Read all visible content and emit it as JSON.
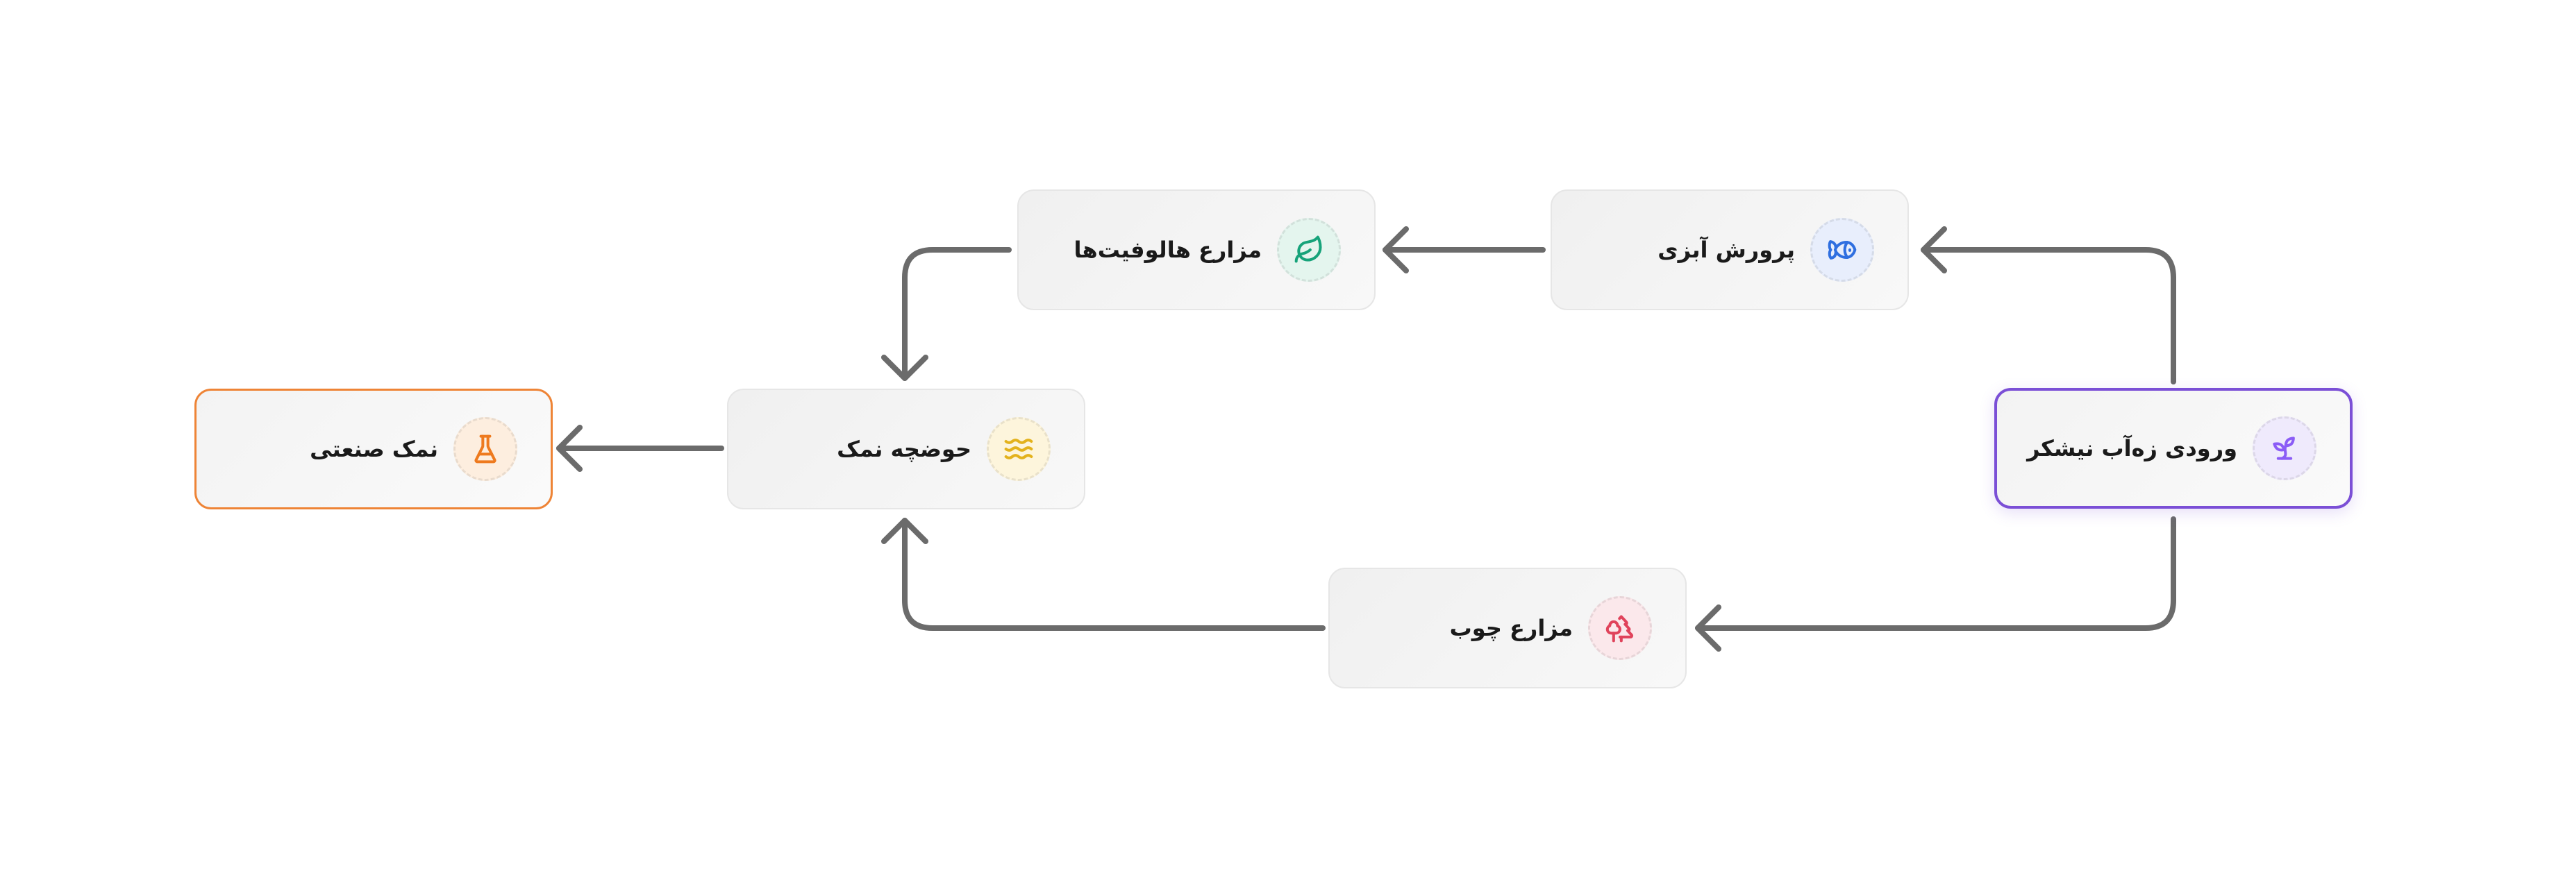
{
  "diagram": {
    "nodes": {
      "sugarcane_inflow": {
        "label": "ورودی زه‌آب نیشکر",
        "icon": "sprout-icon",
        "accent": "#8b5cf6",
        "badge_bg": "#efeafc"
      },
      "aquaculture": {
        "label": "پرورش آبزی",
        "icon": "fish-icon",
        "accent": "#2f6fe0",
        "badge_bg": "#e8eefc"
      },
      "halophyte_farms": {
        "label": "مزارع هالوفیت‌ها",
        "icon": "leaf-icon",
        "accent": "#16a37a",
        "badge_bg": "#e4f5ee"
      },
      "wood_farms": {
        "label": "مزارع چوب",
        "icon": "trees-icon",
        "accent": "#e0435b",
        "badge_bg": "#fbe8eb"
      },
      "salt_pond": {
        "label": "حوضچه نمک",
        "icon": "waves-icon",
        "accent": "#e3b21c",
        "badge_bg": "#fdf5dc"
      },
      "industrial_salt": {
        "label": "نمک صنعتی",
        "icon": "flask-icon",
        "accent": "#ee7a1e",
        "badge_bg": "#fdeedf"
      }
    },
    "edges": [
      {
        "from": "sugarcane_inflow",
        "to": "aquaculture"
      },
      {
        "from": "aquaculture",
        "to": "halophyte_farms"
      },
      {
        "from": "halophyte_farms",
        "to": "salt_pond"
      },
      {
        "from": "sugarcane_inflow",
        "to": "wood_farms"
      },
      {
        "from": "wood_farms",
        "to": "salt_pond"
      },
      {
        "from": "salt_pond",
        "to": "industrial_salt"
      }
    ],
    "colors": {
      "edge": "#6b6b6b",
      "start_border": "#7b4fd6",
      "end_border": "#ee8436"
    }
  }
}
